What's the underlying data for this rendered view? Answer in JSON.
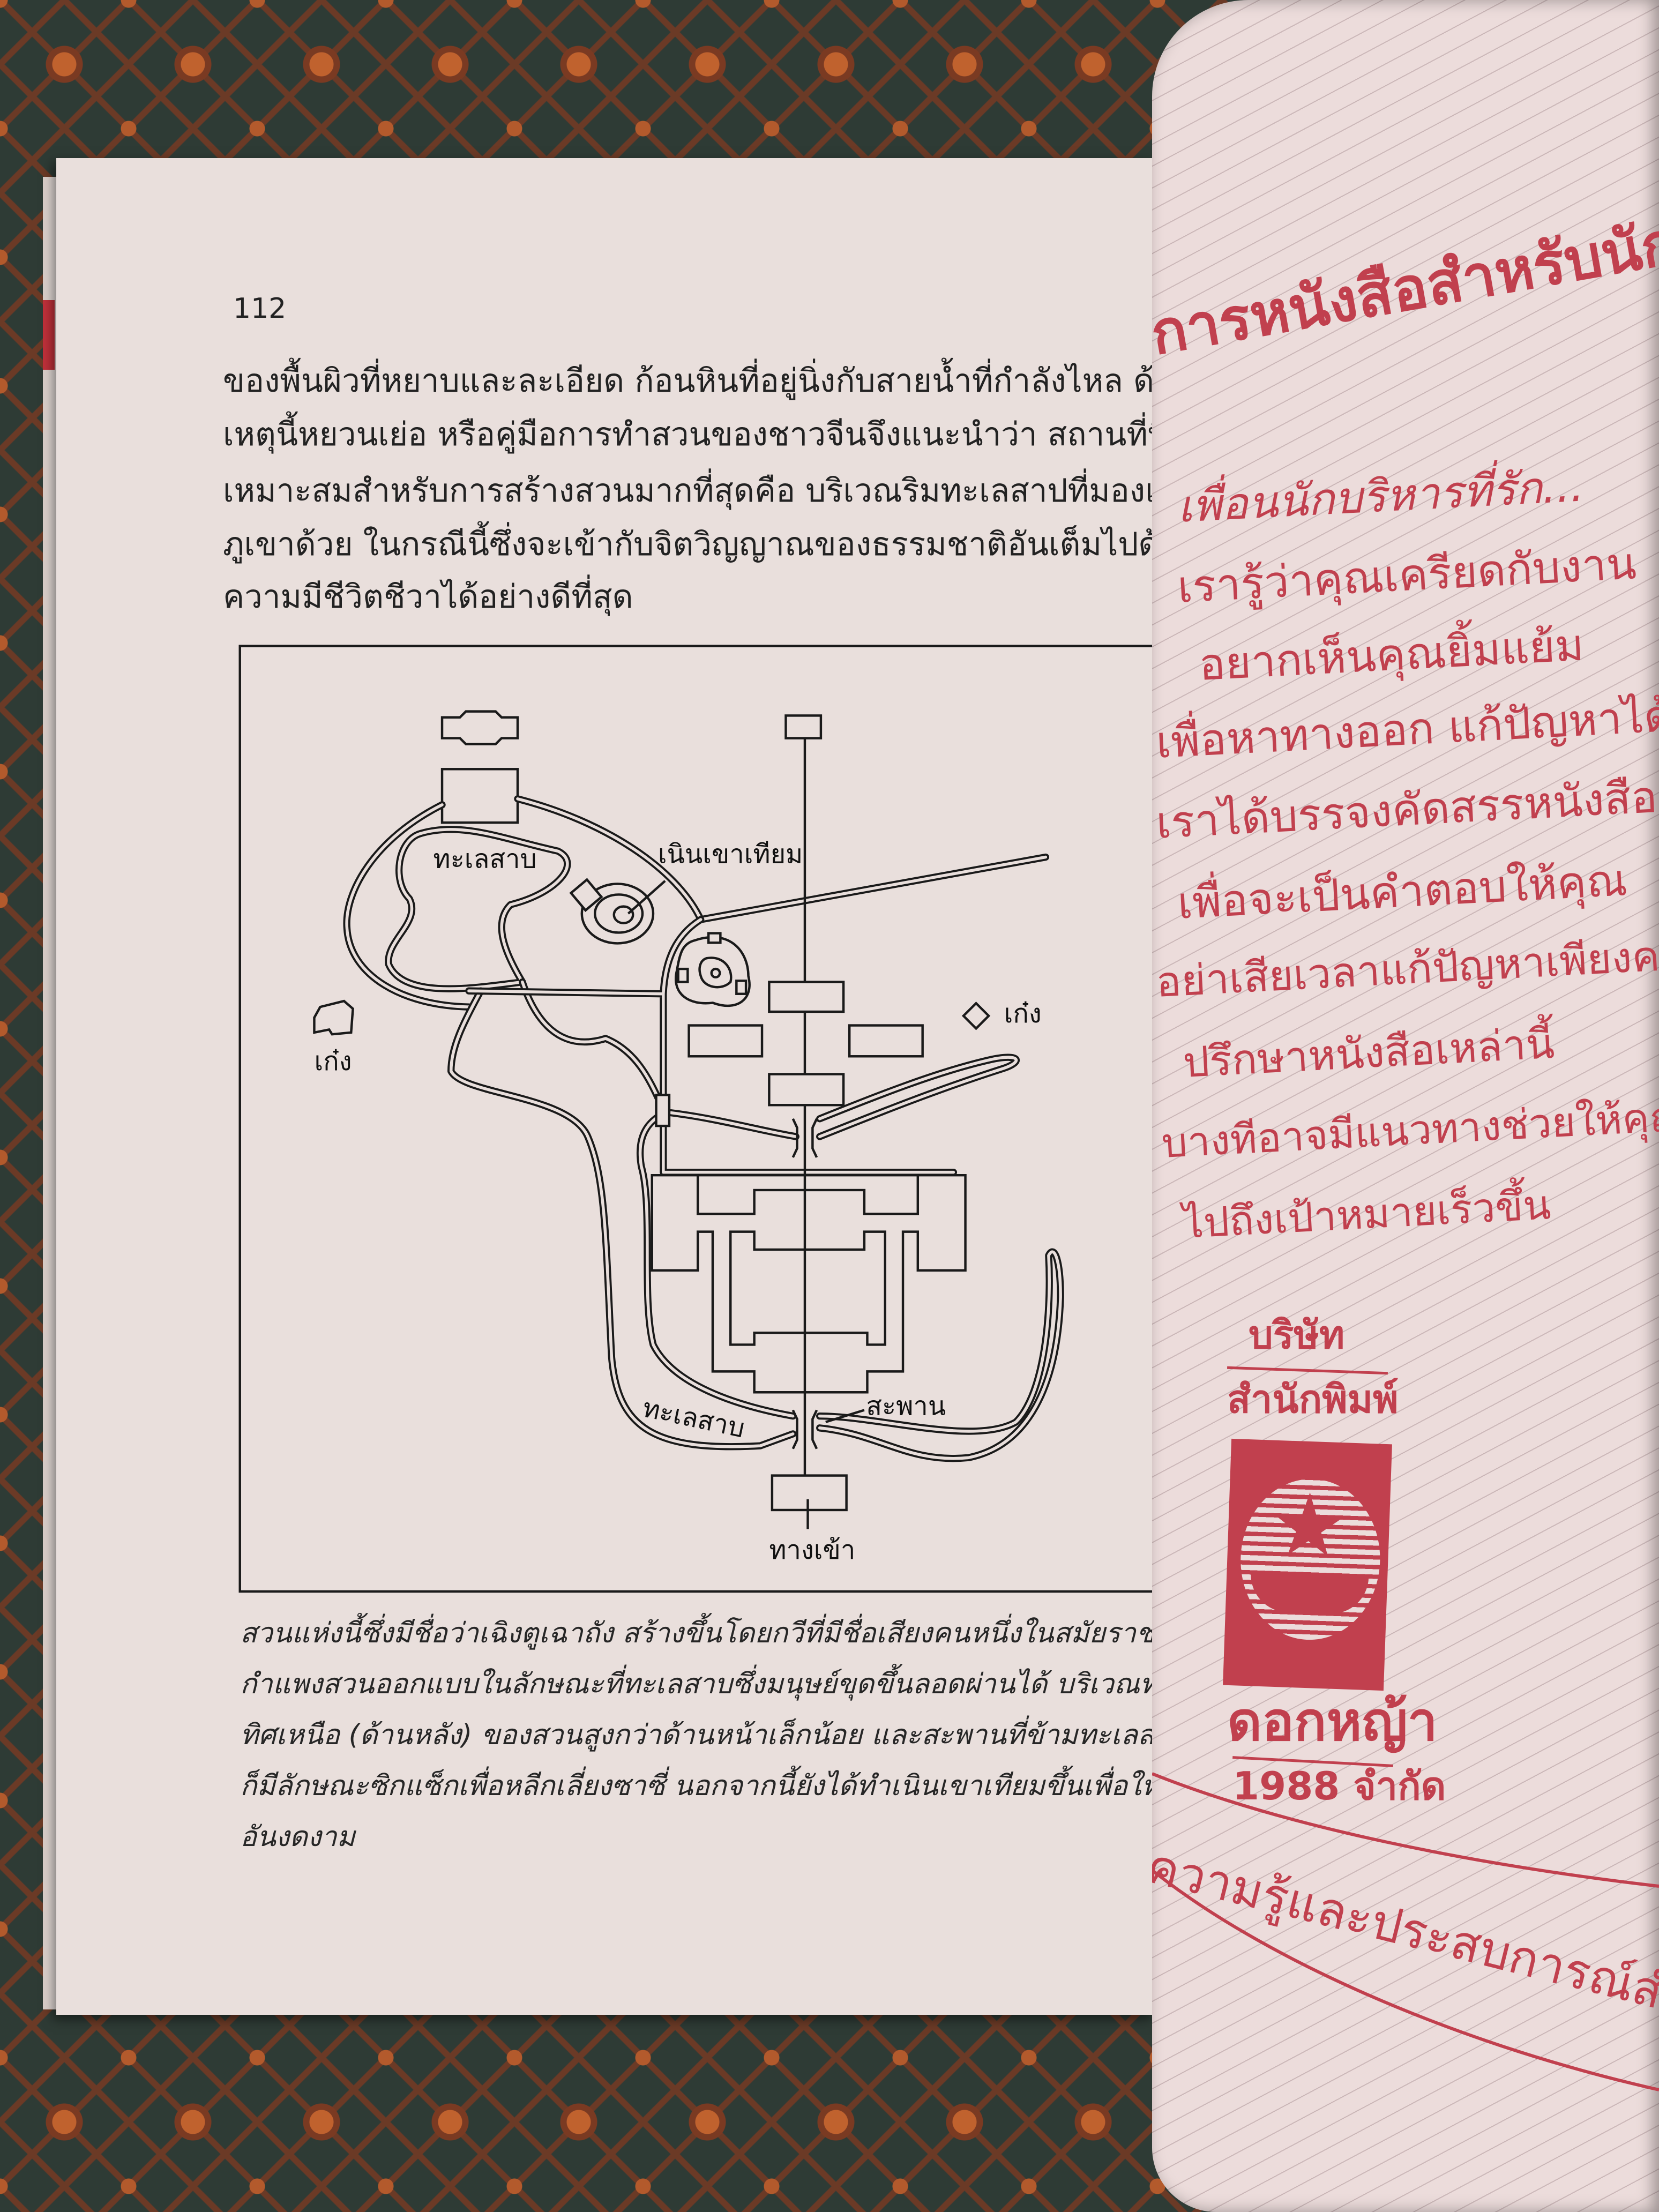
{
  "left_page": {
    "page_number": "112",
    "paragraph": [
      "ของพื้นผิวที่หยาบและละเอียด  ก้อนหินที่อยู่นิ่งกับสายน้ำที่กำลังไหล  ด้วย",
      "เหตุนี้หยวนเย่อ  หรือคู่มือการทำสวนของชาวจีนจึงแนะนำว่า  สถานที่ที่",
      "เหมาะสมสำหรับการสร้างสวนมากที่สุดคือ  บริเวณริมทะเลสาปที่มองเห็น",
      "ภูเขาด้วย  ในกรณีนี้ซึ่งจะเข้ากับจิตวิญญาณของธรรมชาติอันเต็มไปด้วย",
      "ความมีชีวิตชีวาได้อย่างดีที่สุด"
    ],
    "map_labels": {
      "lake_top": "ทะเลสาบ",
      "artificial_hill": "เนินเขาเทียม",
      "pavilion_right": "เก๋ง",
      "pavilion_left": "เก๋ง",
      "lake_bottom": "ทะเลสาบ",
      "bridge": "สะพาน",
      "entrance": "ทางเข้า"
    },
    "caption": [
      "สวนแห่งนี้ซึ่งมีชื่อว่าเฉิงตูเฉาถัง  สร้างขึ้นโดยกวีที่มีชื่อเสียงคนหนึ่งในสมัยราชวงศ์ถัง",
      "กำแพงสวนออกแบบในลักษณะที่ทะเลสาบซึ่งมนุษย์ขุดขึ้นลอดผ่านได้  บริเวณทางด้าน",
      "ทิศเหนือ (ด้านหลัง)  ของสวนสูงกว่าด้านหน้าเล็กน้อย  และสะพานที่ข้ามทะเลสาบ",
      "ก็มีลักษณะซิกแซ็กเพื่อหลีกเลี่ยงซาซี่  นอกจากนี้ยังได้ทำเนินเขาเทียมขึ้นเพื่อให้มีทัศนียภาพ",
      "อันงดงาม"
    ]
  },
  "right_page": {
    "heading": "การหนังสือสำหรับนักบริ",
    "poem": [
      "เพื่อนนักบริหารที่รัก...",
      "เรารู้ว่าคุณเครียดกับงาน",
      "อยากเห็นคุณยิ้มแย้ม",
      "เพื่อหาทางออก  แก้ปัญหาได้",
      "เราได้บรรจงคัดสรรหนังสือเหล่านี้",
      "เพื่อจะเป็นคำตอบให้คุณ",
      "อย่าเสียเวลาแก้ปัญหาเพียงคนเดียว",
      "ปรึกษาหนังสือเหล่านี้",
      "บางทีอาจมีแนวทางช่วยให้คุณ",
      "ไปถึงเป้าหมายเร็วขึ้น"
    ],
    "publisher": {
      "line1": "บริษัท",
      "line2": "สำนักพิมพ์",
      "line3": "ดอกหญ้า",
      "line4": "1988 จำกัด"
    },
    "tagline": "ความรู้และประสบการณ์สำหรับคนยุคใหม่"
  },
  "colors": {
    "ink_red": "#c1404e",
    "paper": "#e9dfdc",
    "fabric": "#2e3b35",
    "fabric_motif": "#c0622e"
  }
}
